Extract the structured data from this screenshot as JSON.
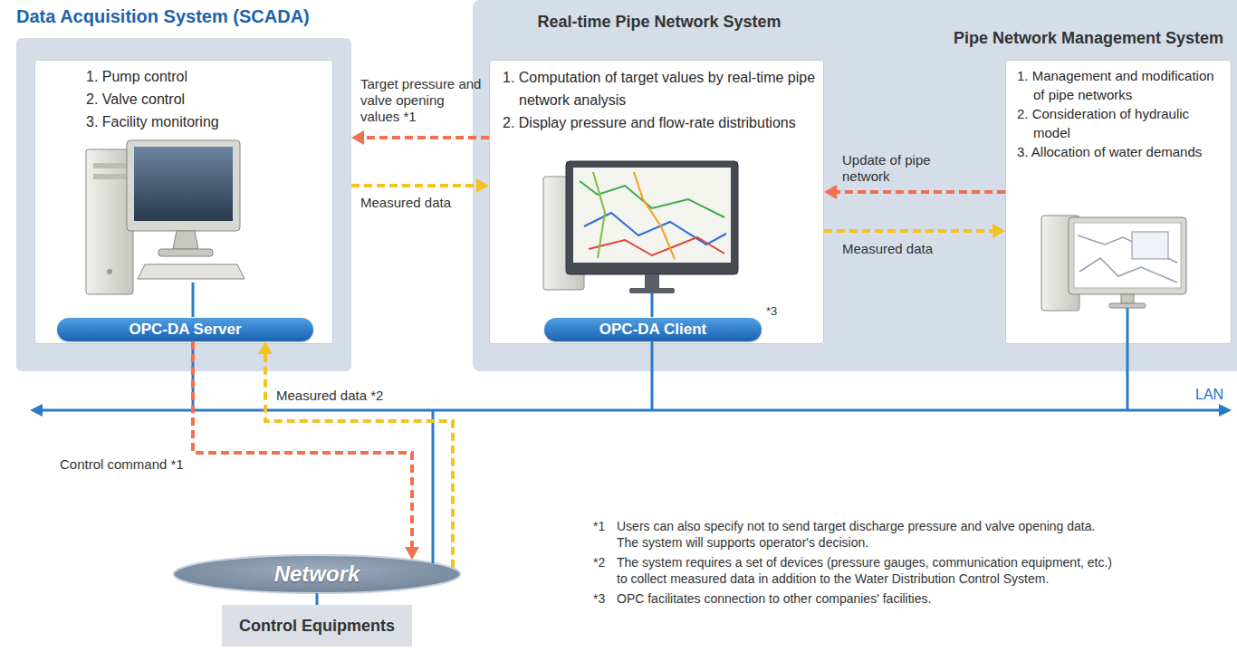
{
  "diagram": {
    "nodes": [
      {
        "text": [
          "Data Acquisition System (SCADA)"
        ]
      },
      {
        "text": [
          "1. Pump control",
          "2. Valve control",
          "3. Facility monitoring"
        ],
        "in": 0
      },
      {
        "text": [
          "OPC-DA Server"
        ],
        "in": 1
      },
      {
        "text": [
          "Real-time Pipe Network System",
          "1. Computation of target values by real-time pipe network analysis",
          "2. Display pressure and flow-rate distributions"
        ]
      },
      {
        "text": [
          "OPC-DA Client"
        ],
        "in": 3
      },
      {
        "text": [
          "Pipe Network Management System",
          "1. Management and modification of pipe networks",
          "2. Consideration of hydraulic model",
          "3. Allocation of water demands"
        ]
      },
      {
        "text": [
          "Network"
        ]
      },
      {
        "text": [
          "Control Equipments"
        ]
      }
    ],
    "edges": [
      {
        "from": 3,
        "to": 0,
        "arrow": "to",
        "label": "Target pressure and valve opening values *1"
      },
      {
        "from": 0,
        "to": 3,
        "arrow": "to",
        "label": "Measured data"
      },
      {
        "from": 5,
        "to": 3,
        "arrow": "to",
        "label": "Update of pipe network"
      },
      {
        "from": 3,
        "to": 5,
        "arrow": "to",
        "label": "Measured data"
      },
      {
        "from": 2,
        "to": 6,
        "arrow": "to",
        "label": "Control command *1"
      },
      {
        "from": 6,
        "to": 2,
        "arrow": "to",
        "label": "Measured data *2"
      },
      {
        "from": 6,
        "to": 7,
        "arrow": "none"
      }
    ],
    "labels": [
      "*3",
      "LAN",
      "*1",
      "Users can also specify not to send target discharge pressure and valve opening data. The system will supports operator's decision.",
      "*2",
      "The system requires a set of devices (pressure gauges, communication equipment, etc.) to collect measured data in addition to the Water Distribution Control System.",
      "*3",
      "OPC facilitates connection to other companies' facilities."
    ]
  }
}
